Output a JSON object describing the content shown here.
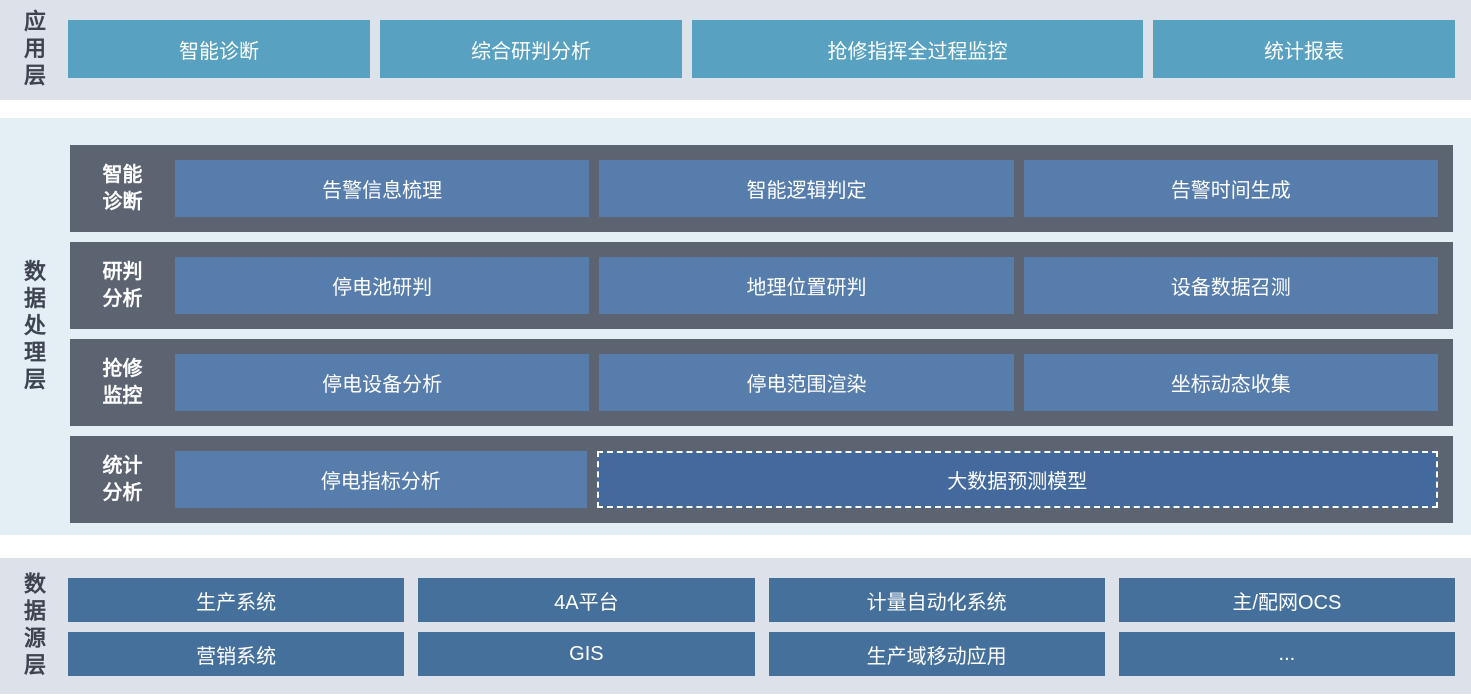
{
  "colors": {
    "app_band_bg": "#dce1ea",
    "process_band_bg": "#e3eef5",
    "source_band_bg": "#dce1ea",
    "app_button_bg": "#58a1c1",
    "process_row_bg": "#5c6471",
    "process_box_bg": "#577dac",
    "dashed_box_bg": "#44699c",
    "source_box_bg": "#46709c",
    "layer_label_text": "#3d4450",
    "box_text": "#ffffff"
  },
  "app_layer": {
    "label": "应用层",
    "items": [
      "智能诊断",
      "综合研判分析",
      "抢修指挥全过程监控",
      "统计报表"
    ]
  },
  "process_layer": {
    "label": "数据处理层",
    "rows": [
      {
        "group": {
          "line1": "智能",
          "line2": "诊断"
        },
        "items": [
          "告警信息梳理",
          "智能逻辑判定",
          "告警时间生成"
        ]
      },
      {
        "group": {
          "line1": "研判",
          "line2": "分析"
        },
        "items": [
          "停电池研判",
          "地理位置研判",
          "设备数据召测"
        ]
      },
      {
        "group": {
          "line1": "抢修",
          "line2": "监控"
        },
        "items": [
          "停电设备分析",
          "停电范围渲染",
          "坐标动态收集"
        ]
      },
      {
        "group": {
          "line1": "统计",
          "line2": "分析"
        },
        "items": [
          "停电指标分析"
        ],
        "dashed_item": "大数据预测模型"
      }
    ]
  },
  "source_layer": {
    "label": "数据源层",
    "row1": [
      "生产系统",
      "4A平台",
      "计量自动化系统",
      "主/配网OCS"
    ],
    "row2": [
      "营销系统",
      "GIS",
      "生产域移动应用",
      "..."
    ]
  }
}
